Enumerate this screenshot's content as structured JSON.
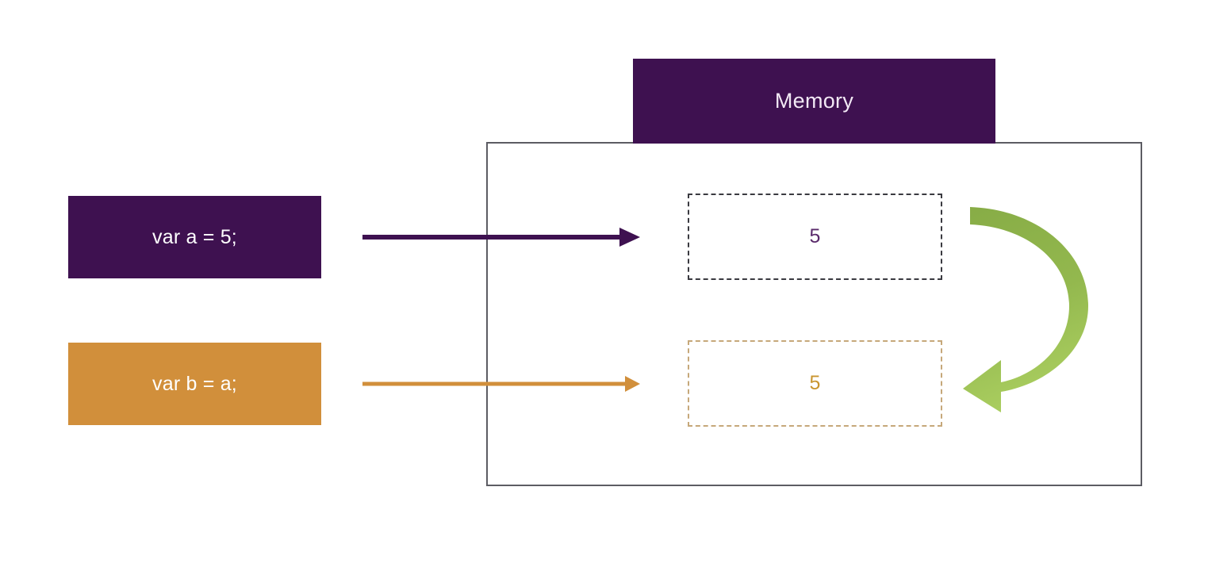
{
  "diagram": {
    "title": "Memory reference diagram: var a = 5; var b = a;",
    "type": "memory-assignment-diagram"
  },
  "memory": {
    "header_label": "Memory",
    "slots": [
      {
        "name": "slot-a",
        "value": "5",
        "style": "dashed-dark",
        "color": "#5a2a6b"
      },
      {
        "name": "slot-b",
        "value": "5",
        "style": "dashed-gold",
        "color": "#c9952f"
      }
    ]
  },
  "statements": [
    {
      "name": "declaration-a",
      "label": "var a = 5;",
      "color": "#3E1150",
      "text_color": "#ffffff"
    },
    {
      "name": "assignment-b",
      "label": "var b = a;",
      "color": "#D18F3B",
      "text_color": "#ffffff"
    }
  ],
  "arrows": {
    "a_to_memory": {
      "label": "",
      "color": "#3E1150"
    },
    "b_to_memory": {
      "label": "",
      "color": "#D18F3B"
    },
    "copy_loop": {
      "label": "",
      "color_start": "#87AC46",
      "color_end": "#A9CD5F"
    }
  },
  "colors": {
    "purple": "#3E1150",
    "orange": "#D18F3B",
    "green_dark": "#87AC46",
    "green_light": "#A9CD5F",
    "panel_border": "#5c5c63",
    "background": "#ffffff"
  }
}
